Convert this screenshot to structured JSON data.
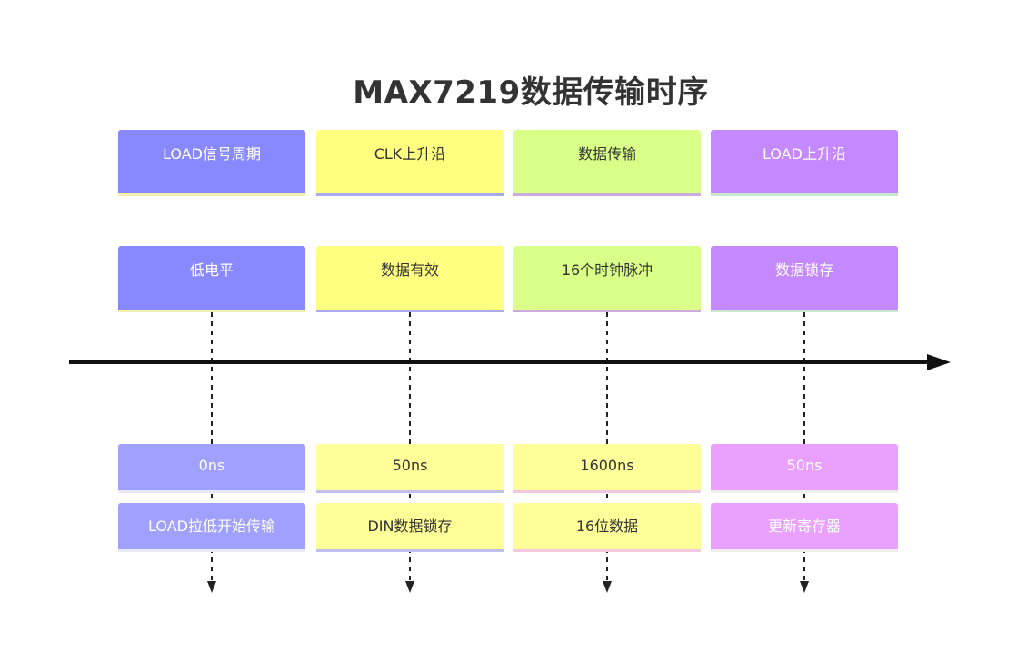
{
  "title": "MAX7219数据传输时序",
  "colors": {
    "col0": "#8888ff",
    "col1": "#ffff80",
    "col2": "#d9ff88",
    "col3": "#c488ff",
    "col0_light": "#a0a0ff",
    "col1_light": "#ffff99",
    "col2_light": "#ffff99",
    "col3_light": "#eaa0ff",
    "axis": "#111111"
  },
  "columns": [
    {
      "period": "LOAD信号周期",
      "event": "低电平",
      "time": "0ns",
      "description": "LOAD拉低开始传输"
    },
    {
      "period": "CLK上升沿",
      "event": "数据有效",
      "time": "50ns",
      "description": "DIN数据锁存"
    },
    {
      "period": "数据传输",
      "event": "16个时钟脉冲",
      "time": "1600ns",
      "description": "16位数据"
    },
    {
      "period": "LOAD上升沿",
      "event": "数据锁存",
      "time": "50ns",
      "description": "更新寄存器"
    }
  ]
}
